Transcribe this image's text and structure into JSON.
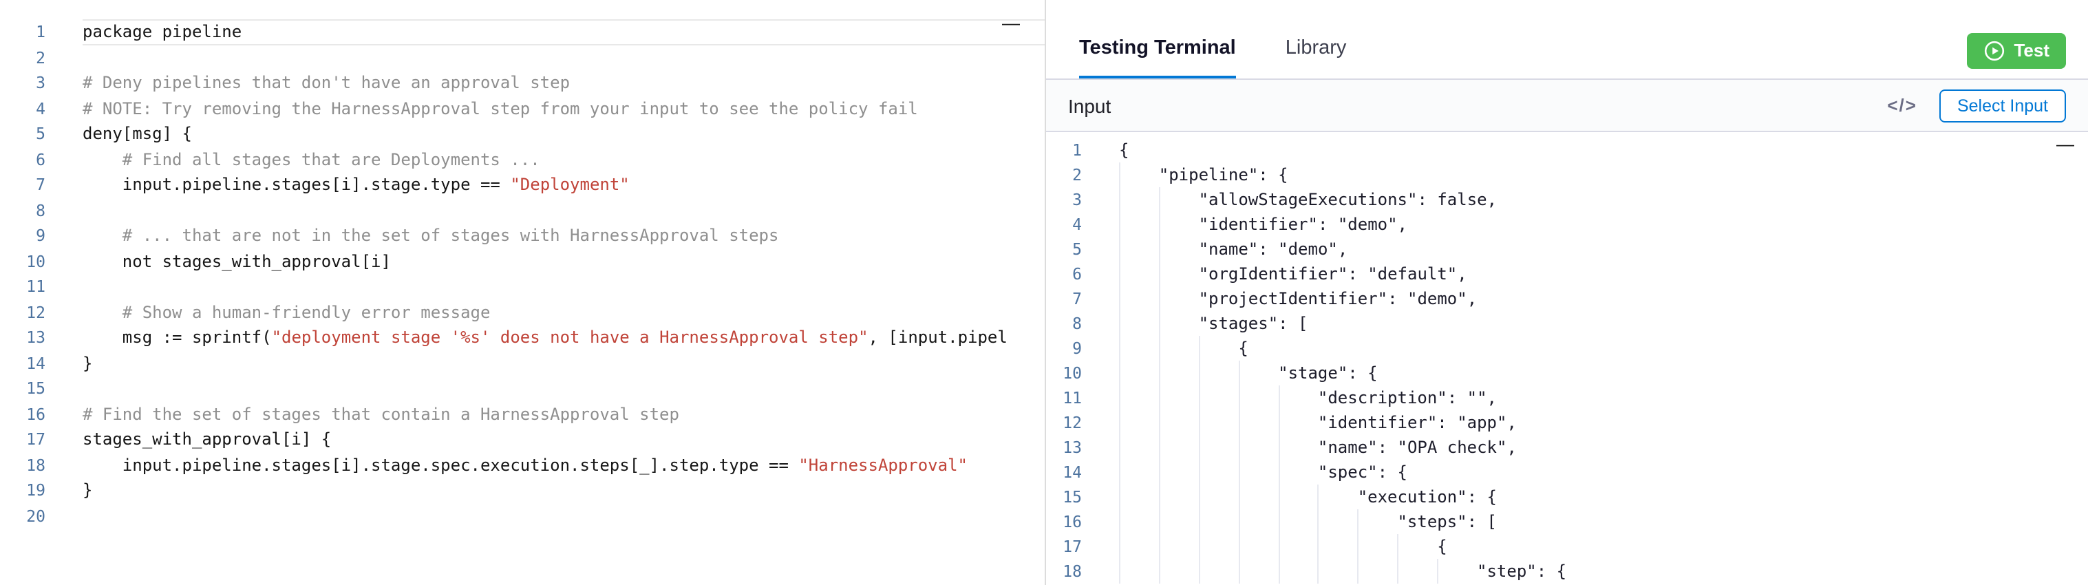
{
  "colors": {
    "accent_blue": "#0278d5",
    "test_green": "#4dbd53",
    "gutter_number": "#4d739f",
    "comment_gray": "#8f8f8f",
    "string_red": "#c04338",
    "code_text": "#161616",
    "json_text": "#1d1d2b",
    "border_gray": "#d9dae5",
    "divider_gray": "#dcdcdc",
    "input_bar_bg": "#fafbfc",
    "indent_guide": "#e7e9f0",
    "active_line_border": "#e8e8e8",
    "tab_active_text": "#131327",
    "tab_inactive_text": "#3d3f4e"
  },
  "icons": {
    "minimize_glyph": "—",
    "code_icon": "</>"
  },
  "left_editor": {
    "lines": [
      [
        {
          "t": "package pipeline",
          "c": "c"
        }
      ],
      [],
      [
        {
          "t": "# Deny pipelines that don't have an approval step",
          "c": "m"
        }
      ],
      [
        {
          "t": "# NOTE: Try removing the HarnessApproval step from your input to see the policy fail",
          "c": "m"
        }
      ],
      [
        {
          "t": "deny[msg] {",
          "c": "c"
        }
      ],
      [
        {
          "t": "    # Find all stages that are Deployments ...",
          "c": "m"
        }
      ],
      [
        {
          "t": "    input.pipeline.stages[i].stage.type == ",
          "c": "c"
        },
        {
          "t": "\"Deployment\"",
          "c": "s"
        }
      ],
      [],
      [
        {
          "t": "    # ... that are not in the set of stages with HarnessApproval steps",
          "c": "m"
        }
      ],
      [
        {
          "t": "    not stages_with_approval[i]",
          "c": "c"
        }
      ],
      [],
      [
        {
          "t": "    # Show a human-friendly error message",
          "c": "m"
        }
      ],
      [
        {
          "t": "    msg := sprintf(",
          "c": "c"
        },
        {
          "t": "\"deployment stage '%s' does not have a HarnessApproval step\"",
          "c": "s"
        },
        {
          "t": ", [input.pipel",
          "c": "c"
        }
      ],
      [
        {
          "t": "}",
          "c": "c"
        }
      ],
      [],
      [
        {
          "t": "# Find the set of stages that contain a HarnessApproval step",
          "c": "m"
        }
      ],
      [
        {
          "t": "stages_with_approval[i] {",
          "c": "c"
        }
      ],
      [
        {
          "t": "    input.pipeline.stages[i].stage.spec.execution.steps[_].step.type == ",
          "c": "c"
        },
        {
          "t": "\"HarnessApproval\"",
          "c": "s"
        }
      ],
      [
        {
          "t": "}",
          "c": "c"
        }
      ],
      []
    ]
  },
  "right_panel": {
    "tabs": [
      {
        "label": "Testing Terminal",
        "active": true
      },
      {
        "label": "Library",
        "active": false
      }
    ],
    "test_button": {
      "label": "Test"
    },
    "input_bar": {
      "title": "Input",
      "select_button_label": "Select Input"
    },
    "json_editor": {
      "lines": [
        {
          "indent": 0,
          "text": "{"
        },
        {
          "indent": 4,
          "text": "\"pipeline\": {"
        },
        {
          "indent": 8,
          "text": "\"allowStageExecutions\": false,"
        },
        {
          "indent": 8,
          "text": "\"identifier\": \"demo\","
        },
        {
          "indent": 8,
          "text": "\"name\": \"demo\","
        },
        {
          "indent": 8,
          "text": "\"orgIdentifier\": \"default\","
        },
        {
          "indent": 8,
          "text": "\"projectIdentifier\": \"demo\","
        },
        {
          "indent": 8,
          "text": "\"stages\": ["
        },
        {
          "indent": 12,
          "text": "{"
        },
        {
          "indent": 16,
          "text": "\"stage\": {"
        },
        {
          "indent": 20,
          "text": "\"description\": \"\","
        },
        {
          "indent": 20,
          "text": "\"identifier\": \"app\","
        },
        {
          "indent": 20,
          "text": "\"name\": \"OPA check\","
        },
        {
          "indent": 20,
          "text": "\"spec\": {"
        },
        {
          "indent": 24,
          "text": "\"execution\": {"
        },
        {
          "indent": 28,
          "text": "\"steps\": ["
        },
        {
          "indent": 32,
          "text": "{"
        },
        {
          "indent": 36,
          "text": "\"step\": {"
        }
      ]
    }
  }
}
